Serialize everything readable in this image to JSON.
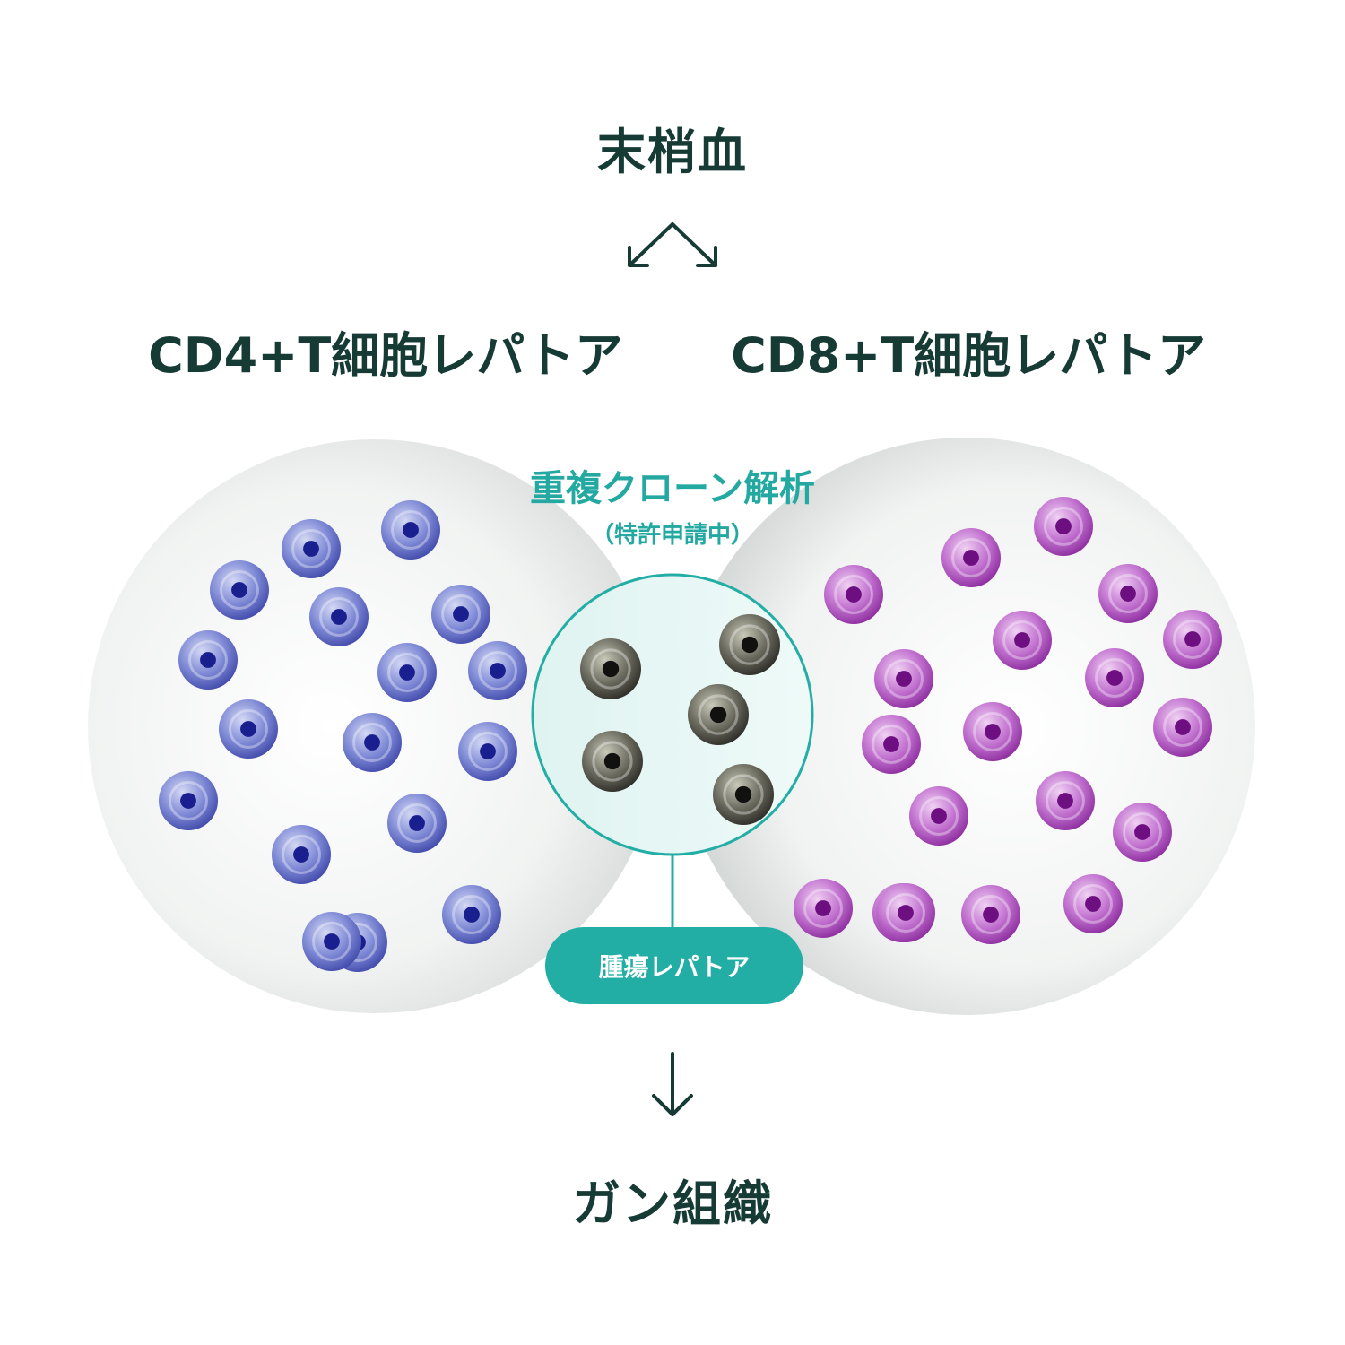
{
  "labels": {
    "top": "末梢血",
    "cd4": "CD4+T細胞レパトア",
    "cd8": "CD8+T細胞レパトア",
    "overlap_title": "重複クローン解析",
    "overlap_subtitle": "（特許申請中）",
    "tumor": "腫瘍レパトア",
    "bottom": "ガン組織"
  },
  "icons": {
    "top_arrows": "bidirectional-diagonal-arrows-icon",
    "bottom_arrow": "down-arrow-icon"
  },
  "colors": {
    "text_dark": "#163a34",
    "teal": "#22aea5",
    "cd4_cell": "#5a66c8",
    "cd8_cell": "#b04cc0",
    "tumor_cell": "#3a3a34"
  },
  "cell_counts": {
    "cd4": 17,
    "cd8": 19,
    "shared": 5
  }
}
